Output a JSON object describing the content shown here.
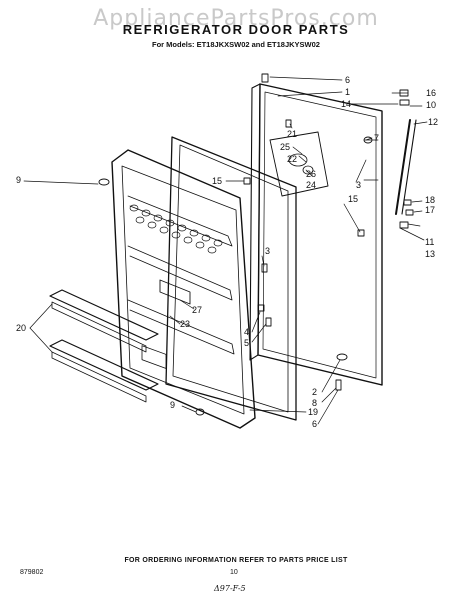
{
  "header": {
    "watermark": "AppliancePartsPros.com",
    "title": "REFRIGERATOR DOOR PARTS",
    "models": "For Models: ET18JKXSW02 and ET18JKYSW02"
  },
  "callouts": [
    {
      "id": "c6a",
      "text": "6"
    },
    {
      "id": "c1",
      "text": "1"
    },
    {
      "id": "c16",
      "text": "16"
    },
    {
      "id": "c14",
      "text": "14"
    },
    {
      "id": "c10",
      "text": "10"
    },
    {
      "id": "c12",
      "text": "12"
    },
    {
      "id": "c21",
      "text": "21"
    },
    {
      "id": "c7",
      "text": "7"
    },
    {
      "id": "c25",
      "text": "25"
    },
    {
      "id": "c22",
      "text": "22"
    },
    {
      "id": "c26",
      "text": "26"
    },
    {
      "id": "c24",
      "text": "24"
    },
    {
      "id": "c3a",
      "text": "3"
    },
    {
      "id": "c15a",
      "text": "15"
    },
    {
      "id": "c15b",
      "text": "15"
    },
    {
      "id": "c9a",
      "text": "9"
    },
    {
      "id": "c18",
      "text": "18"
    },
    {
      "id": "c17",
      "text": "17"
    },
    {
      "id": "c11",
      "text": "11"
    },
    {
      "id": "c13",
      "text": "13"
    },
    {
      "id": "c3b",
      "text": "3"
    },
    {
      "id": "c27",
      "text": "27"
    },
    {
      "id": "c23",
      "text": "23"
    },
    {
      "id": "c20",
      "text": "20"
    },
    {
      "id": "c4",
      "text": "4"
    },
    {
      "id": "c5",
      "text": "5"
    },
    {
      "id": "c2",
      "text": "2"
    },
    {
      "id": "c8",
      "text": "8"
    },
    {
      "id": "c9b",
      "text": "9"
    },
    {
      "id": "c19",
      "text": "19"
    },
    {
      "id": "c6b",
      "text": "6"
    }
  ],
  "footer": {
    "ordering_note": "FOR ORDERING INFORMATION REFER TO PARTS PRICE LIST",
    "doc_number": "879802",
    "page_number": "10",
    "handwritten_mark": "Δ97-F-5"
  }
}
